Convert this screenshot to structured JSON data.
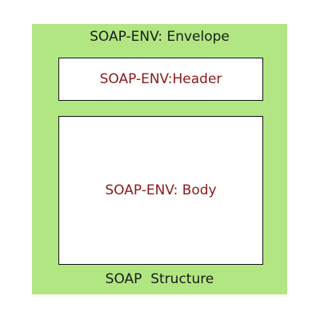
{
  "envelope": {
    "title": "SOAP-ENV: Envelope",
    "fill_color": "#b2e683"
  },
  "header": {
    "label": "SOAP-ENV:Header",
    "text_color": "#8b1a1a"
  },
  "body": {
    "label": "SOAP-ENV: Body",
    "text_color": "#8b1a1a"
  },
  "caption": "SOAP  Structure"
}
